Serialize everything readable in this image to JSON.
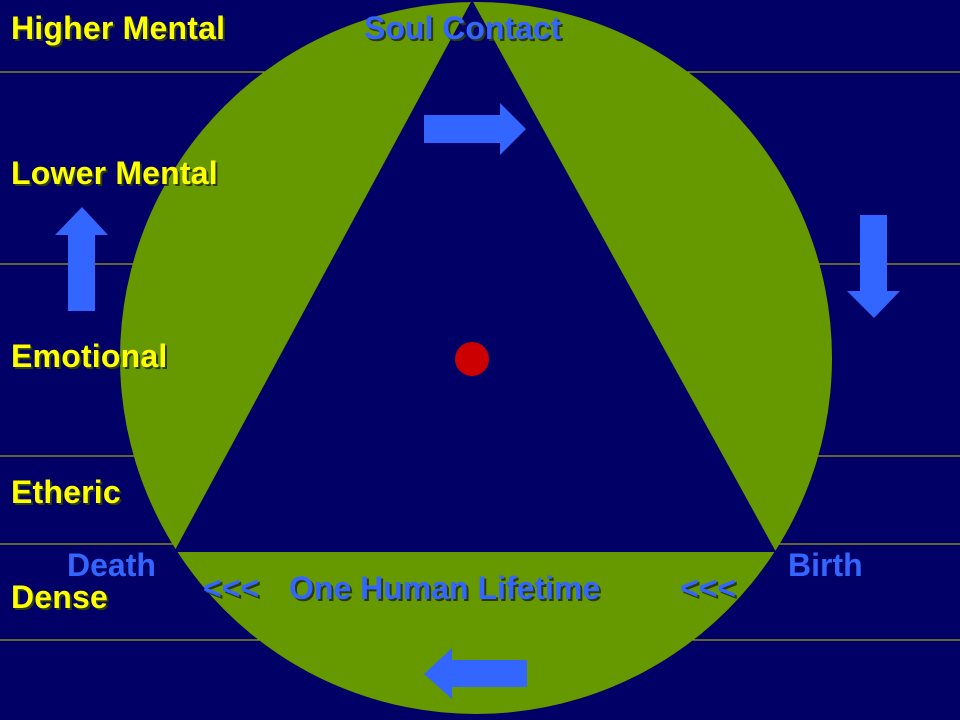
{
  "colors": {
    "background": "#000066",
    "circle_fill": "#669900",
    "triangle_fill": "#000066",
    "divider": "#c8c800",
    "plane_text": "#ffff00",
    "blue_text": "#3366ff",
    "arrow": "#3366ff",
    "center_dot": "#cc0000"
  },
  "planes": [
    {
      "label": "Higher Mental"
    },
    {
      "label": "Lower Mental"
    },
    {
      "label": "Emotional"
    },
    {
      "label": "Etheric"
    },
    {
      "label": "Dense"
    }
  ],
  "cycle": {
    "top_label": "Soul Contact",
    "left_label": "Death",
    "right_label": "Birth",
    "bottom_label": "One Human Lifetime",
    "bottom_left_marker": "<<<",
    "bottom_right_marker": "<<<"
  },
  "arrows": [
    {
      "name": "arrow-right-icon",
      "direction": "right"
    },
    {
      "name": "arrow-down-icon",
      "direction": "down"
    },
    {
      "name": "arrow-left-icon",
      "direction": "left"
    },
    {
      "name": "arrow-up-icon",
      "direction": "up"
    }
  ]
}
